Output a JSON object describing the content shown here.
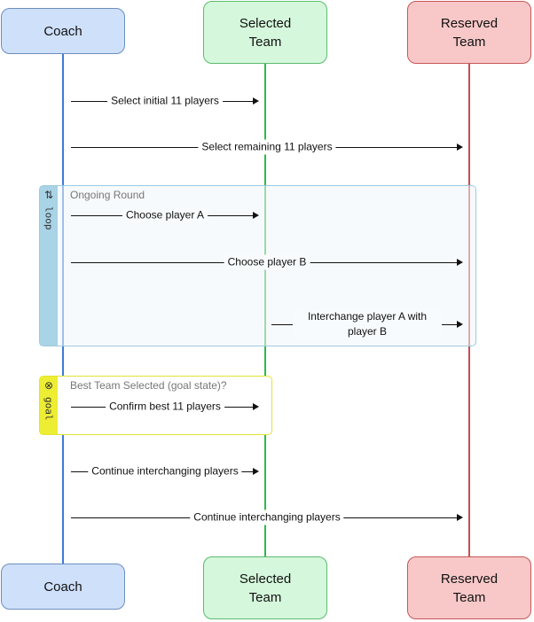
{
  "actors": {
    "coach": {
      "label": "Coach"
    },
    "selected": {
      "line1": "Selected",
      "line2": "Team"
    },
    "reserved": {
      "line1": "Reserved",
      "line2": "Team"
    }
  },
  "frames": {
    "loop": {
      "tag": "loop",
      "icon": "repeat-arrows-icon",
      "title": "Ongoing Round"
    },
    "goal": {
      "tag": "goal",
      "icon": "goal-icon",
      "title": "Best Team Selected (goal state)?"
    }
  },
  "messages": {
    "m1": "Select initial 11 players",
    "m2": "Select remaining 11 players",
    "m3": "Choose player A",
    "m4": "Choose player B",
    "m5": "Interchange player A with player B",
    "m6": "Confirm best 11 players",
    "m7": "Continue interchanging players",
    "m8": "Continue interchanging players"
  },
  "colors": {
    "coach_fill": "#cfe0fb",
    "coach_border": "#6c8ebf",
    "coach_line": "#3d7bd6",
    "selected_fill": "#d5f8dc",
    "selected_border": "#5dba6e",
    "selected_line": "#2fb84a",
    "reserved_fill": "#f8c8c8",
    "reserved_border": "#c85757",
    "reserved_line": "#c84f4f",
    "loop_border": "#9ccbe0",
    "loop_tab": "#a9d3e6",
    "goal_border": "#e3e336",
    "goal_tab": "#eded33"
  }
}
